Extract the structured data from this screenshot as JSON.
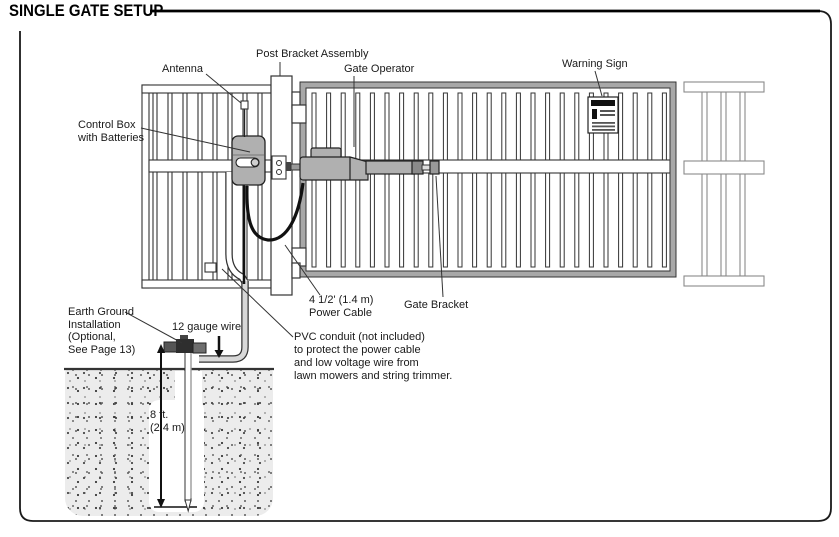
{
  "title": "SINGLE GATE SETUP",
  "diagram": {
    "labels": {
      "post_bracket": "Post Bracket Assembly",
      "antenna": "Antenna",
      "gate_operator": "Gate Operator",
      "warning_sign": "Warning Sign",
      "control_box": "Control Box\nwith Batteries",
      "power_cable": "4 1/2' (1.4 m)\nPower Cable",
      "gate_bracket": "Gate Bracket",
      "pvc_conduit": "PVC conduit (not included)\nto protect the power cable\nand low voltage wire from\nlawn mowers and string trimmer.",
      "earth_ground": "Earth Ground\nInstallation\n(Optional,\nSee Page 13)",
      "gauge_wire": "12 gauge wire",
      "rod_depth": "8 ft.\n(2.4 m)"
    },
    "colors": {
      "line": "#1a1a1a",
      "operator_gray": "#b0b0b0",
      "gate_frame_gray": "#a8a8a8",
      "soil_gray": "#ececec"
    }
  }
}
